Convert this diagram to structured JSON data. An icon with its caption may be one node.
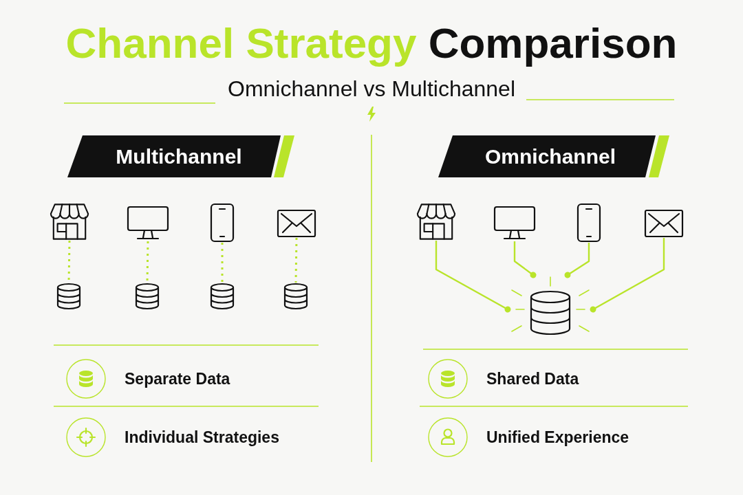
{
  "diagram": {
    "title": "Channel Strategy Comparison",
    "nodes": [
      {
        "text": [
          "Multichannel"
        ]
      },
      {
        "text": [],
        "shape": "picture"
      },
      {
        "text": [],
        "shape": "picture"
      },
      {
        "text": [],
        "shape": "picture"
      },
      {
        "text": [],
        "shape": "picture"
      },
      {
        "text": [],
        "shape": "cylinder"
      },
      {
        "text": [],
        "shape": "cylinder"
      },
      {
        "text": [],
        "shape": "cylinder"
      },
      {
        "text": [],
        "shape": "cylinder"
      },
      {
        "text": [
          "Omnichannel"
        ]
      },
      {
        "text": [],
        "shape": "picture"
      },
      {
        "text": [],
        "shape": "picture"
      },
      {
        "text": [],
        "shape": "picture"
      },
      {
        "text": [],
        "shape": "picture"
      },
      {
        "text": [],
        "shape": "cylinder"
      }
    ],
    "edges": [
      {
        "from": 1,
        "to": 5,
        "arrow": "none",
        "style": "dashed"
      },
      {
        "from": 2,
        "to": 6,
        "arrow": "none",
        "style": "dashed"
      },
      {
        "from": 3,
        "to": 7,
        "arrow": "none",
        "style": "dashed"
      },
      {
        "from": 4,
        "to": 8,
        "arrow": "none",
        "style": "dashed"
      },
      {
        "from": 10,
        "to": 14,
        "arrow": "other"
      },
      {
        "from": 11,
        "to": 14,
        "arrow": "other"
      },
      {
        "from": 12,
        "to": 14,
        "arrow": "other"
      },
      {
        "from": 13,
        "to": 14,
        "arrow": "other"
      }
    ],
    "labels": [
      "Omnichannel vs Multichannel",
      "Separate Data",
      "Individual Strategies",
      "Shared Data",
      "Unified Experience"
    ]
  }
}
